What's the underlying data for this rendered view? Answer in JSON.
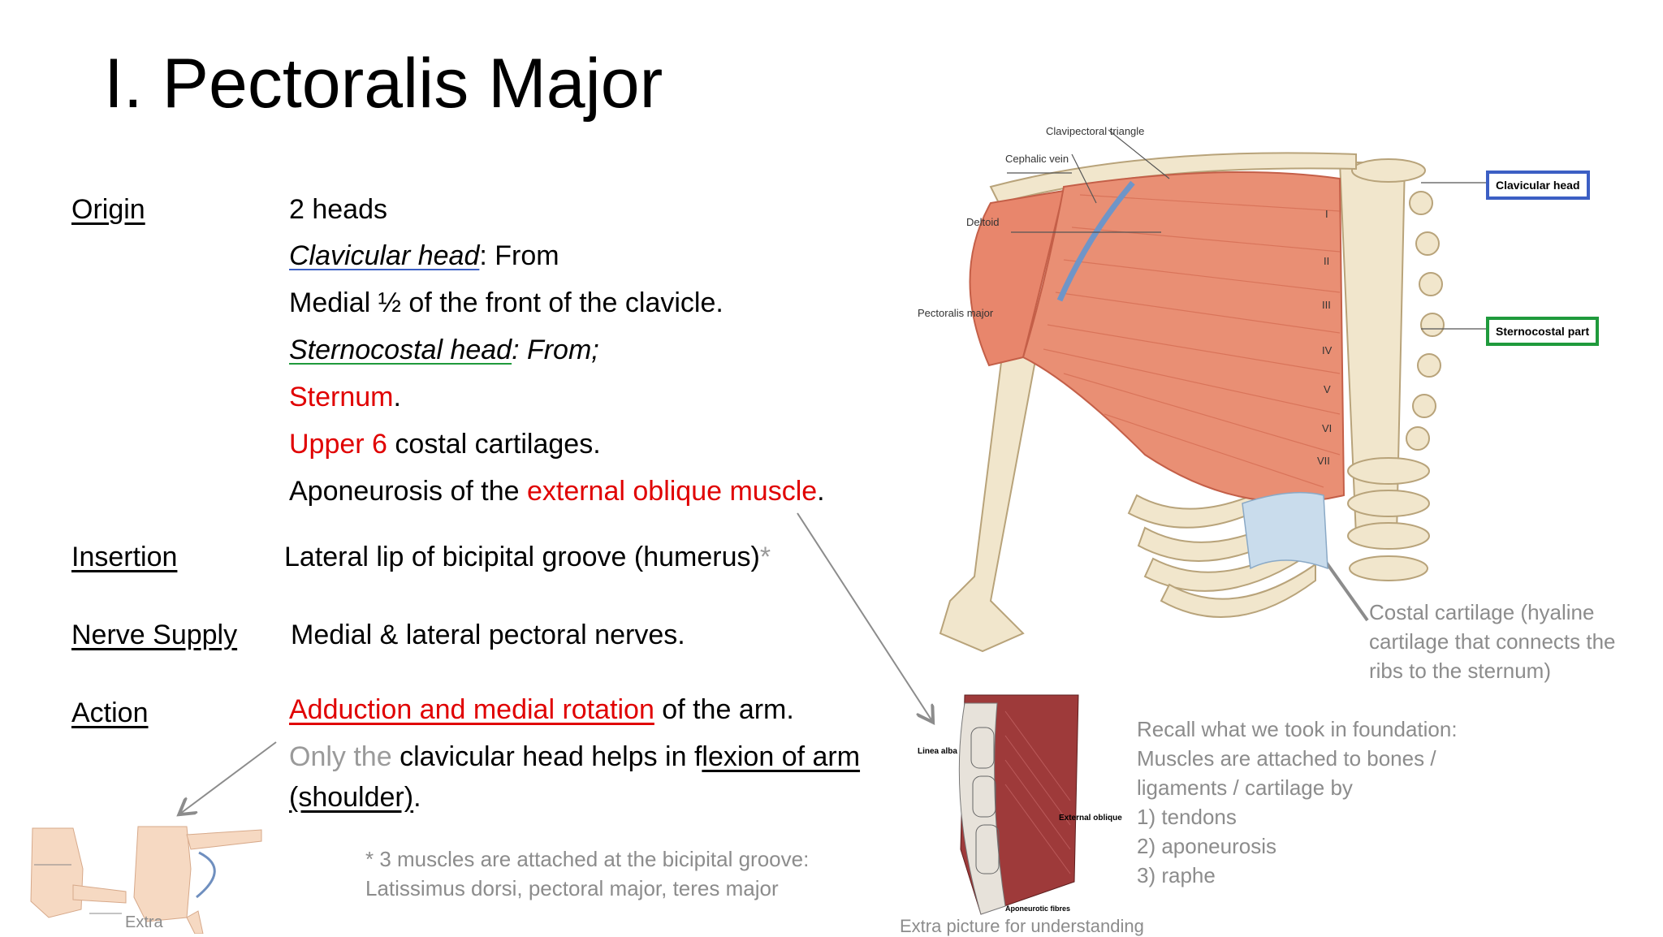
{
  "slide": {
    "title": "I. Pectoralis Major",
    "origin": {
      "label": "Origin",
      "lines": {
        "heads": "2 heads",
        "clav_head": "Clavicular head",
        "clav_from": ": From",
        "clav_detail": "Medial ½ of the front of the clavicle.",
        "stern_head": "Sternocostal head",
        "stern_from": ": From;",
        "sternum": "Sternum",
        "sternum_dot": ".",
        "upper6": "Upper 6",
        "upper6_rest": " costal cartilages.",
        "apo_pre": "Aponeurosis of the ",
        "apo_red": "external oblique muscle",
        "apo_dot": "."
      }
    },
    "insertion": {
      "label": "Insertion",
      "text": "Lateral lip of bicipital groove (humerus)",
      "asterisk": "*"
    },
    "nerve": {
      "label": "Nerve Supply",
      "text": "Medial & lateral pectoral nerves."
    },
    "action": {
      "label": "Action",
      "red": "Adduction and medial rotation",
      "rest": " of the arm.",
      "only_gray": "Only the",
      "clav": " clavicular head helps in f",
      "flexion": "lexion of arm",
      "shoulder": "(shoulder)",
      "dot": "."
    },
    "footnote": {
      "line1": "* 3 muscles are attached at the bicipital groove:",
      "line2": "Latissimus dorsi, pectoral major, teres major"
    },
    "extra_label": "Extra",
    "extra_picture_caption": "Extra picture for understanding",
    "costal_note": [
      "Costal cartilage (hyaline",
      "cartilage that connects the",
      "ribs to the sternum)"
    ],
    "recall_note": [
      "Recall what we took in foundation:",
      "Muscles are attached to bones /",
      "ligaments / cartilage by",
      "1) tendons",
      "2) aponeurosis",
      "3) raphe"
    ],
    "figure_labels": {
      "clavipectoral": "Clavipectoral triangle",
      "cephalic": "Cephalic vein",
      "deltoid": "Deltoid",
      "pectoralis": "Pectoralis major",
      "clavicular_callout": "Clavicular head",
      "sternocostal_callout": "Sternocostal part",
      "linea_alba": "Linea alba",
      "external_oblique": "External oblique",
      "aponeurotic": "Aponeurotic fibres",
      "ribs": [
        "I",
        "II",
        "III",
        "IV",
        "V",
        "VI",
        "VII"
      ]
    },
    "colors": {
      "red_text": "#e00000",
      "gray_text": "#8c8c8c",
      "clavicular_box": "#3c5fc4",
      "sternocostal_box": "#1f9a3c",
      "muscle": "#e8866c",
      "bone": "#f1e6cc"
    }
  }
}
